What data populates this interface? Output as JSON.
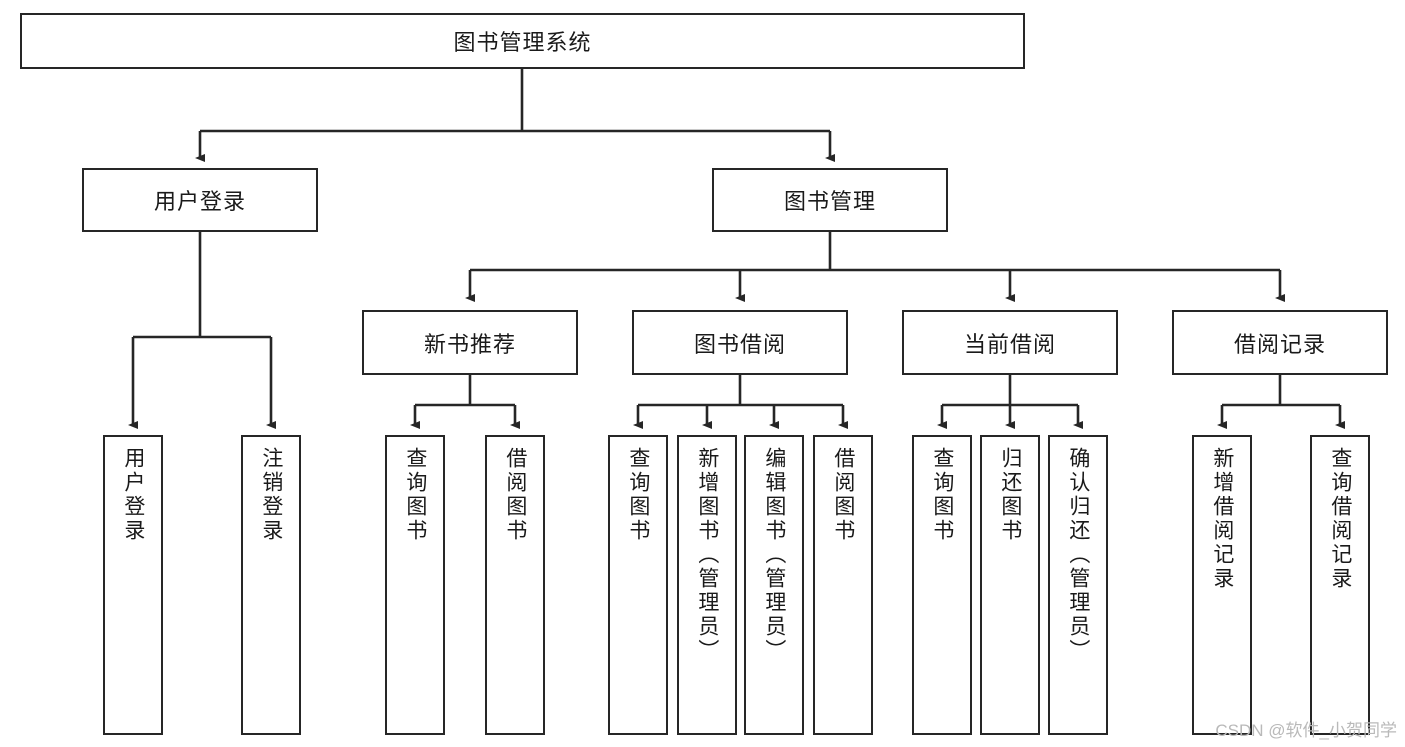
{
  "diagram": {
    "type": "tree-hierarchy",
    "title": "图书管理系统",
    "root": {
      "id": "root",
      "label": "图书管理系统",
      "level": 0
    },
    "level2": [
      {
        "id": "user-login",
        "label": "用户登录",
        "level": 1
      },
      {
        "id": "book-management",
        "label": "图书管理",
        "level": 1
      }
    ],
    "level3": [
      {
        "id": "new-book-recommend",
        "label": "新书推荐",
        "parent": "book-management",
        "level": 2
      },
      {
        "id": "book-borrow",
        "label": "图书借阅",
        "parent": "book-management",
        "level": 2
      },
      {
        "id": "current-borrow",
        "label": "当前借阅",
        "parent": "book-management",
        "level": 2
      },
      {
        "id": "borrow-record",
        "label": "借阅记录",
        "parent": "book-management",
        "level": 2
      }
    ],
    "leaves": [
      {
        "id": "leaf-user-login",
        "label": "用户登录",
        "parent": "user-login",
        "level": 3
      },
      {
        "id": "leaf-user-logout",
        "label": "注销登录",
        "parent": "user-login",
        "level": 3
      },
      {
        "id": "leaf-query-book-1",
        "label": "查询图书",
        "parent": "new-book-recommend",
        "level": 3
      },
      {
        "id": "leaf-borrow-book-1",
        "label": "借阅图书",
        "parent": "new-book-recommend",
        "level": 3
      },
      {
        "id": "leaf-query-book-2",
        "label": "查询图书",
        "parent": "book-borrow",
        "level": 3
      },
      {
        "id": "leaf-add-book",
        "label": "新增图书（管理员）",
        "parent": "book-borrow",
        "level": 3
      },
      {
        "id": "leaf-edit-book",
        "label": "编辑图书（管理员）",
        "parent": "book-borrow",
        "level": 3
      },
      {
        "id": "leaf-borrow-book-2",
        "label": "借阅图书",
        "parent": "book-borrow",
        "level": 3
      },
      {
        "id": "leaf-query-book-3",
        "label": "查询图书",
        "parent": "current-borrow",
        "level": 3
      },
      {
        "id": "leaf-return-book",
        "label": "归还图书",
        "parent": "current-borrow",
        "level": 3
      },
      {
        "id": "leaf-confirm-return",
        "label": "确认归还（管理员）",
        "parent": "current-borrow",
        "level": 3
      },
      {
        "id": "leaf-add-record",
        "label": "新增借阅记录",
        "parent": "borrow-record",
        "level": 3
      },
      {
        "id": "leaf-query-record",
        "label": "查询借阅记录",
        "parent": "borrow-record",
        "level": 3
      }
    ]
  },
  "watermark": {
    "text": "CSDN @软件_小贺同学"
  },
  "colors": {
    "stroke": "#262626",
    "background": "#ffffff",
    "text": "#1a1a1a",
    "watermark": "#b9b9b9"
  }
}
